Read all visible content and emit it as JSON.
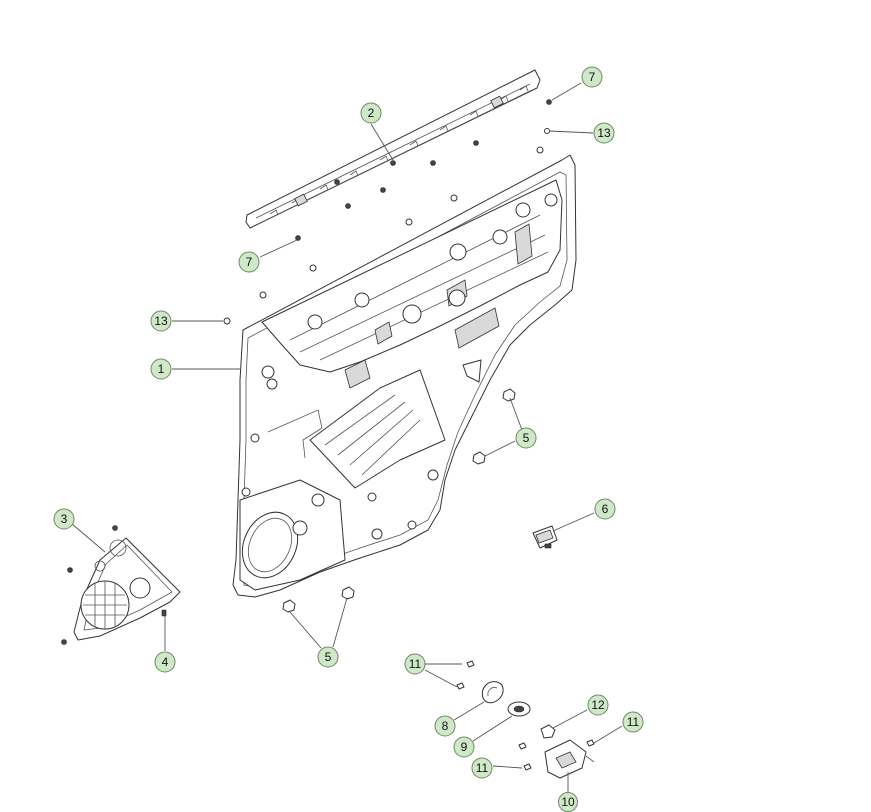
{
  "callouts": [
    {
      "id": "c7a",
      "text": "7"
    },
    {
      "id": "c2",
      "text": "2"
    },
    {
      "id": "c13a",
      "text": "13"
    },
    {
      "id": "c7b",
      "text": "7"
    },
    {
      "id": "c13b",
      "text": "13"
    },
    {
      "id": "c1",
      "text": "1"
    },
    {
      "id": "c5a",
      "text": "5"
    },
    {
      "id": "c6",
      "text": "6"
    },
    {
      "id": "c3",
      "text": "3"
    },
    {
      "id": "c4",
      "text": "4"
    },
    {
      "id": "c5b",
      "text": "5"
    },
    {
      "id": "c11a",
      "text": "11"
    },
    {
      "id": "c8",
      "text": "8"
    },
    {
      "id": "c12",
      "text": "12"
    },
    {
      "id": "c11b",
      "text": "11"
    },
    {
      "id": "c9",
      "text": "9"
    },
    {
      "id": "c11c",
      "text": "11"
    },
    {
      "id": "c10",
      "text": "10"
    }
  ],
  "colors": {
    "callout_fill": "#cfe8c8",
    "callout_stroke": "#6c8a64",
    "line": "#333333"
  }
}
